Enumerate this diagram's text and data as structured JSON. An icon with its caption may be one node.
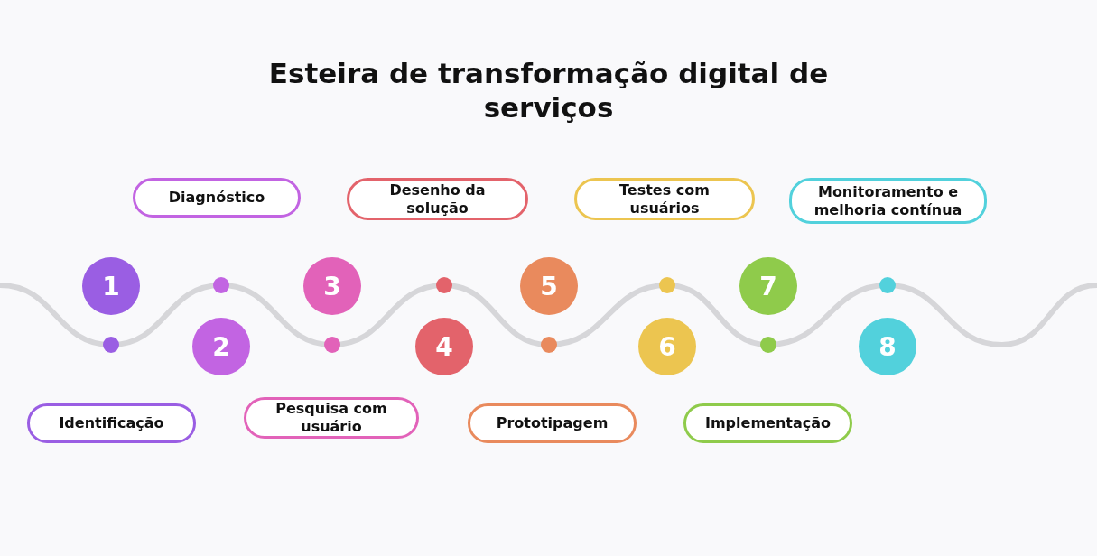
{
  "diagram": {
    "title": "Esteira de transformação digital de serviços",
    "nodes": [
      {
        "text": [
          "1"
        ]
      },
      {
        "text": [
          "2"
        ]
      },
      {
        "text": [
          "3"
        ]
      },
      {
        "text": [
          "4"
        ]
      },
      {
        "text": [
          "5"
        ]
      },
      {
        "text": [
          "6"
        ]
      },
      {
        "text": [
          "7"
        ]
      },
      {
        "text": [
          "8"
        ]
      },
      {
        "text": [
          "Identificação"
        ]
      },
      {
        "text": [
          "Diagnóstico"
        ]
      },
      {
        "text": [
          "Pesquisa com usuário"
        ]
      },
      {
        "text": [
          "Desenho da solução"
        ]
      },
      {
        "text": [
          "Prototipagem"
        ]
      },
      {
        "text": [
          "Testes com usuários"
        ]
      },
      {
        "text": [
          "Implementação"
        ]
      },
      {
        "text": [
          "Monitoramento e melhoria contínua"
        ]
      }
    ],
    "edges": []
  }
}
